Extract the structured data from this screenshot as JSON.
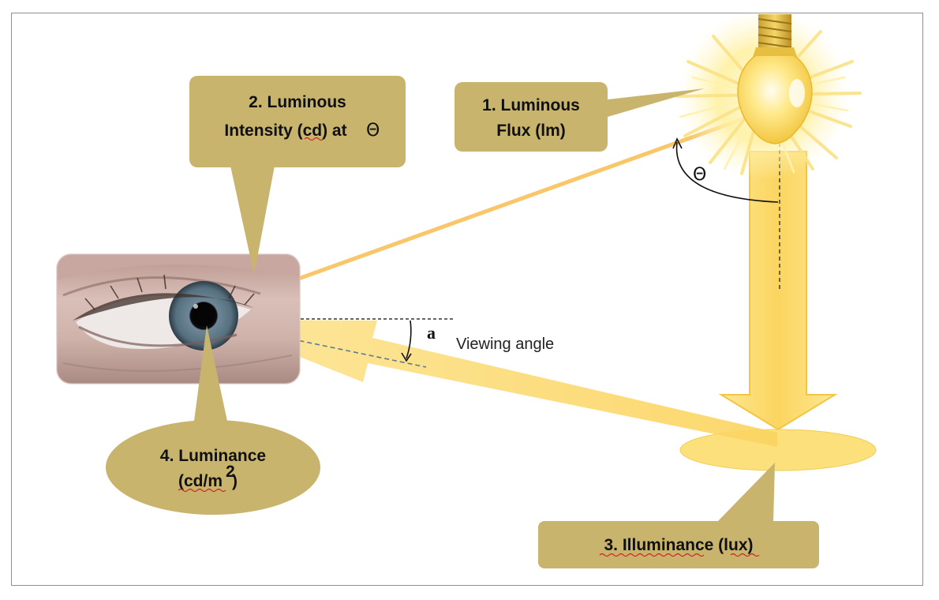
{
  "callouts": {
    "flux": {
      "line1": "1. Luminous",
      "line2": "Flux  (lm)"
    },
    "intensity": {
      "line1": "2. Luminous",
      "line2": "Intensity (cd) at",
      "theta": "Θ"
    },
    "illuminance": {
      "text": "3. Illuminance  (lux)"
    },
    "luminance": {
      "line1": "4. Luminance",
      "line2_prefix": "(cd/m",
      "line2_sup": "2",
      "line2_suffix": ")"
    }
  },
  "labels": {
    "theta": "Θ",
    "alpha": "a",
    "viewing_angle": "Viewing angle"
  },
  "colors": {
    "callout_fill": "#c9b46e",
    "callout_fill_dark": "#b9a35a",
    "light_yellow": "#fbe07c",
    "beam_orange": "#f6c35a",
    "frame_border": "#8f8f8f"
  },
  "icons": {
    "light_source": "lightbulb-icon",
    "observer": "eye-image"
  }
}
